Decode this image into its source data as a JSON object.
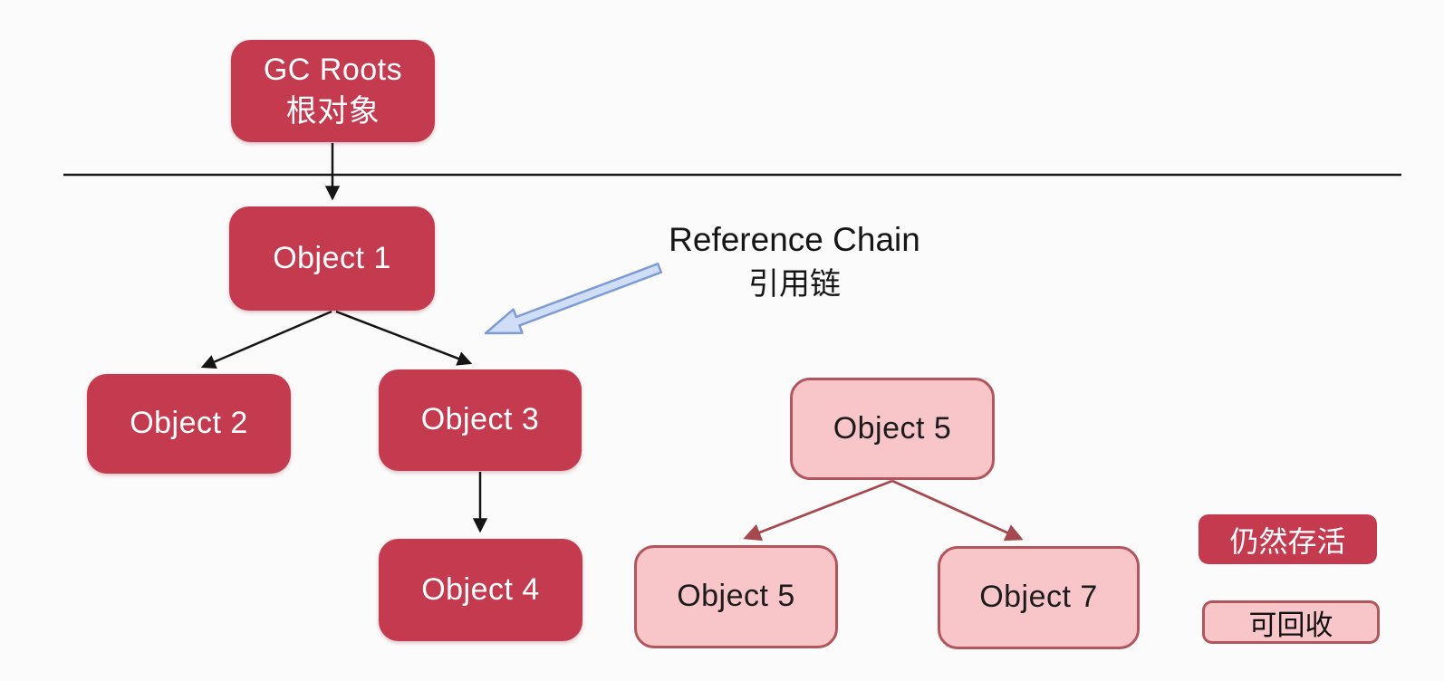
{
  "diagram": {
    "nodes": {
      "gc_roots": {
        "line1": "GC Roots",
        "line2": "根对象",
        "status": "alive"
      },
      "object1": {
        "label": "Object 1",
        "status": "alive"
      },
      "object2": {
        "label": "Object 2",
        "status": "alive"
      },
      "object3": {
        "label": "Object 3",
        "status": "alive"
      },
      "object4": {
        "label": "Object 4",
        "status": "alive"
      },
      "object5_parent": {
        "label": "Object 5",
        "status": "collectable"
      },
      "object5_child": {
        "label": "Object 5",
        "status": "collectable"
      },
      "object7": {
        "label": "Object 7",
        "status": "collectable"
      }
    },
    "edges": [
      {
        "from": "gc_roots",
        "to": "object1",
        "color": "black"
      },
      {
        "from": "object1",
        "to": "object2",
        "color": "black"
      },
      {
        "from": "object1",
        "to": "object3",
        "color": "black"
      },
      {
        "from": "object3",
        "to": "object4",
        "color": "black"
      },
      {
        "from": "object5_parent",
        "to": "object5_child",
        "color": "red"
      },
      {
        "from": "object5_parent",
        "to": "object7",
        "color": "red"
      }
    ],
    "annotation": {
      "line1": "Reference Chain",
      "line2": "引用链"
    },
    "legend": {
      "alive_label": "仍然存活",
      "collectable_label": "可回收"
    },
    "colors": {
      "alive_fill": "#c43b50",
      "alive_text": "#ffffff",
      "collectable_fill": "#f8c5c9",
      "collectable_border": "#b2555c",
      "collectable_text": "#1c1c1c",
      "edge_black": "#151515",
      "edge_red": "#a6494f",
      "annotation_arrow_fill": "#cfdef6",
      "annotation_arrow_stroke": "#7d9bd4",
      "separator_line": "#1a1a1a",
      "background": "#fcfbfb"
    }
  }
}
